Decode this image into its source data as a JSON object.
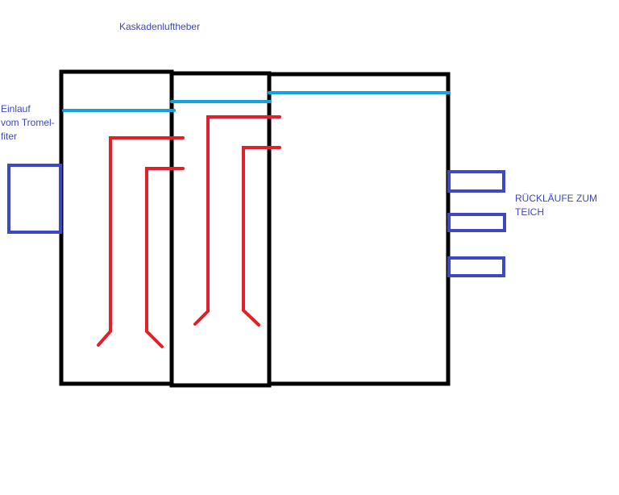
{
  "diagram": {
    "title": "Kaskadenluftheber",
    "inlet_label": "Einlauf\nvom Tromel-\nfiter",
    "returns_label": "RÜCKLÄUFE ZUM\nTEICH",
    "chambers": [
      {
        "name": "chamber-1",
        "airlift_count": 2
      },
      {
        "name": "chamber-2",
        "airlift_count": 2
      },
      {
        "name": "chamber-3",
        "airlift_count": 0
      }
    ],
    "return_outlets_count": 3,
    "colors": {
      "wall": "#000000",
      "water_level": "#12a3e0",
      "airlift": "#e3202a",
      "pipe": "#4048c0",
      "text": "#4048b8"
    }
  }
}
